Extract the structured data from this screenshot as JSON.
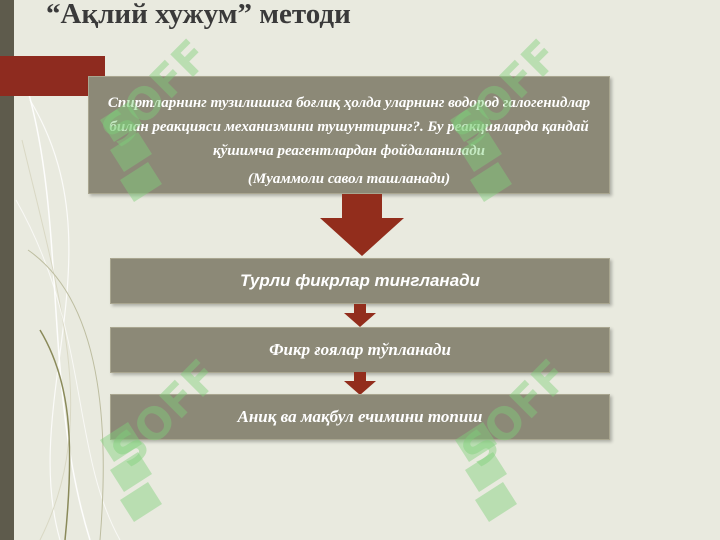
{
  "slide": {
    "title": "“Ақлий хужум” методи",
    "problem_text": "Спиртларнинг тузилишига боғлиқ ҳолда уларнинг водород галогенидлар билан реакцияси механизмини тушунтиринг?. Бу реакцияларда қандай қўшимча реагентлардан фойдаланилади",
    "problem_note": "(Муаммоли савол ташланади)",
    "steps": [
      "Турли фикрлар тингланади",
      "Фикр ғоялар тўпланади",
      "Аниқ ва мақбул ечимини топиш"
    ],
    "watermark_text": "SOFF"
  },
  "colors": {
    "box": "#8c8977",
    "arrow": "#922d1c",
    "accent_tab": "#8e2b1f",
    "background": "#e9eadf",
    "watermark": "#7fd07a"
  }
}
